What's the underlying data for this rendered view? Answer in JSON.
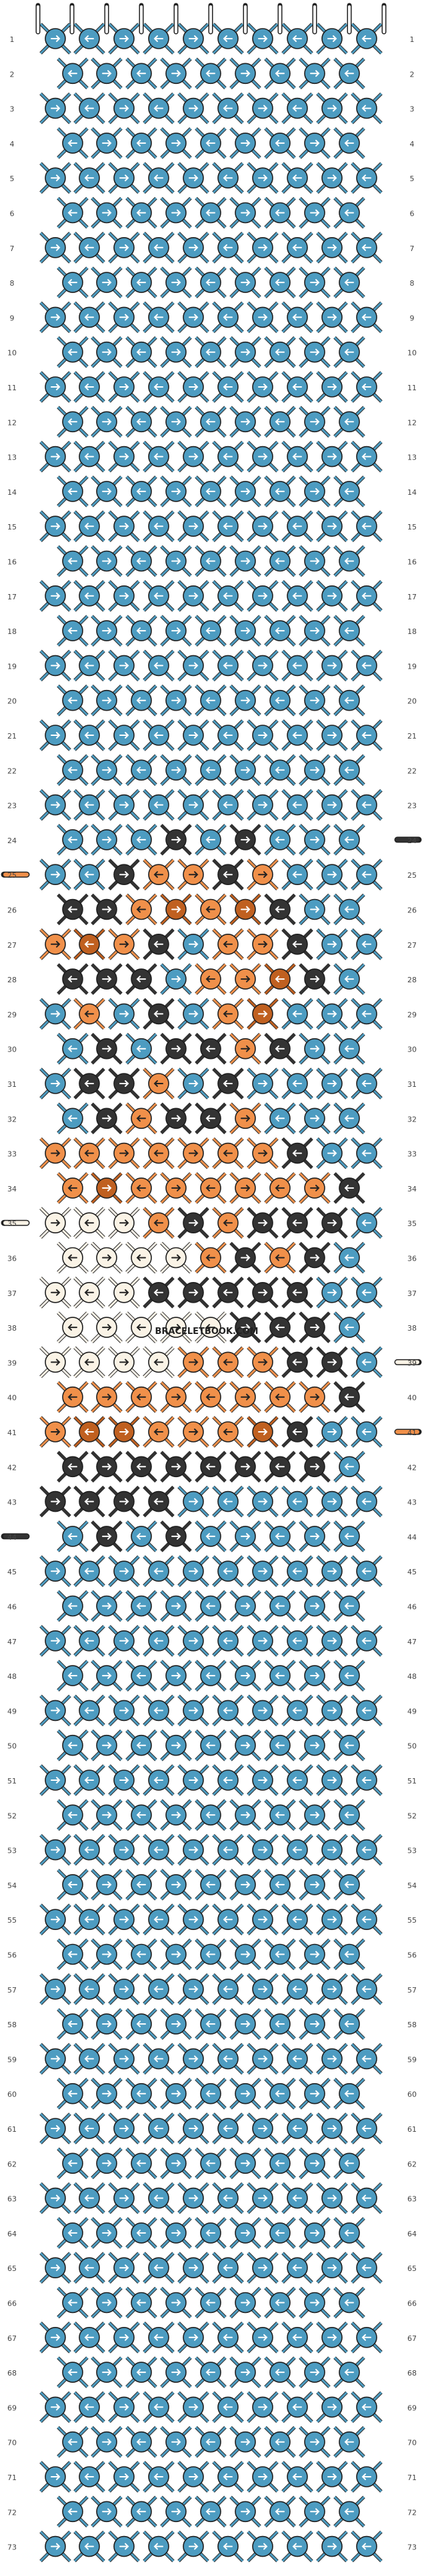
{
  "watermark": "BRACELETBOOK.COM",
  "row_labels": [
    "1",
    "2",
    "3",
    "4",
    "5",
    "6",
    "7",
    "8",
    "9",
    "10",
    "11",
    "12",
    "13",
    "14",
    "15",
    "16",
    "17",
    "18",
    "19",
    "20",
    "21",
    "22",
    "23",
    "24",
    "25",
    "26",
    "27",
    "28",
    "29",
    "30",
    "31",
    "32",
    "33",
    "34",
    "35",
    "36",
    "37",
    "38",
    "39",
    "40",
    "41",
    "42",
    "43",
    "44",
    "45",
    "46",
    "47",
    "48",
    "49",
    "50",
    "51",
    "52",
    "53",
    "54",
    "55",
    "56",
    "57",
    "58",
    "59",
    "60",
    "61",
    "62",
    "63",
    "64",
    "65",
    "66",
    "67",
    "68",
    "69",
    "70",
    "71",
    "72",
    "73"
  ],
  "colors": {
    "A": "#4d9cc1",
    "B": "#333333",
    "C": "#f0904a",
    "D": "#c06020",
    "E": "#faf3e6",
    "string": "#ffffff"
  },
  "strings": [
    "A",
    "A",
    "A",
    "A",
    "A",
    "A",
    "A",
    "A",
    "A",
    "A"
  ],
  "knots": {
    "default": "A",
    "overrides": [
      {
        "row": 24,
        "cols": [
          3,
          5
        ]
      },
      {
        "row": 25,
        "cols": [
          2,
          3,
          4,
          5,
          6
        ]
      },
      {
        "row": 26,
        "cols": [
          0,
          1,
          2,
          3,
          4,
          5,
          6
        ]
      },
      {
        "row": 27,
        "cols": [
          0,
          1,
          2,
          3,
          4,
          5,
          6,
          7
        ]
      },
      {
        "row": 28,
        "cols": [
          0,
          1,
          2,
          3,
          4,
          5,
          6,
          7
        ]
      },
      {
        "row": 29,
        "cols": [
          0,
          1,
          2,
          3,
          4,
          5,
          6,
          7
        ]
      },
      {
        "row": 30,
        "cols": [
          1,
          2,
          3,
          4,
          5,
          6
        ]
      },
      {
        "row": 31,
        "cols": [
          1,
          2,
          3,
          4,
          5
        ]
      },
      {
        "row": 32,
        "cols": [
          1,
          2,
          3,
          4,
          5
        ]
      },
      {
        "row": 33,
        "cols": [
          0,
          1,
          2,
          3,
          4,
          5,
          6,
          7
        ]
      },
      {
        "row": 34,
        "cols": [
          0,
          1,
          2,
          3,
          4,
          5,
          6,
          7,
          8
        ]
      },
      {
        "row": 35,
        "cols": [
          0,
          1,
          2,
          3,
          4,
          5,
          6,
          7,
          8
        ]
      },
      {
        "row": 36,
        "cols": [
          0,
          1,
          2,
          3,
          4,
          5,
          6,
          7
        ]
      },
      {
        "row": 37,
        "cols": [
          0,
          1,
          2,
          3,
          4,
          5,
          6,
          7
        ]
      },
      {
        "row": 38,
        "cols": [
          0,
          1,
          2,
          3,
          4,
          5,
          6,
          7
        ]
      },
      {
        "row": 39,
        "cols": [
          0,
          1,
          2,
          3,
          4,
          5,
          6,
          7,
          8
        ]
      },
      {
        "row": 40,
        "cols": [
          0,
          1,
          2,
          3,
          4,
          5,
          6,
          7,
          8
        ]
      },
      {
        "row": 41,
        "cols": [
          0,
          1,
          2,
          3,
          4,
          5,
          6,
          7,
          8
        ]
      },
      {
        "row": 42,
        "cols": [
          0,
          1,
          2,
          3,
          4,
          5,
          6,
          7
        ]
      },
      {
        "row": 43,
        "cols": [
          0,
          1,
          2,
          3
        ]
      },
      {
        "row": 44,
        "cols": [
          1,
          3
        ]
      }
    ],
    "colors_by_row": {
      "24": [
        "B",
        "B"
      ],
      "25": [
        "B",
        "C",
        "C",
        "B",
        "C"
      ],
      "26": [
        "B",
        "B",
        "C",
        "D",
        "C",
        "D",
        "B"
      ],
      "27": [
        "C",
        "D",
        "C",
        "B",
        "A",
        "C",
        "C",
        "B"
      ],
      "28": [
        "B",
        "B",
        "B",
        "A",
        "C",
        "C",
        "D",
        "B"
      ],
      "29": [
        "A",
        "C",
        "A",
        "B",
        "A",
        "C",
        "D",
        "A"
      ],
      "30": [
        "B",
        "A",
        "B",
        "B",
        "C",
        "B"
      ],
      "31": [
        "B",
        "B",
        "C",
        "A",
        "B"
      ],
      "32": [
        "B",
        "C",
        "B",
        "B",
        "C"
      ],
      "33": [
        "C",
        "C",
        "C",
        "C",
        "C",
        "C",
        "C",
        "B"
      ],
      "34": [
        "C",
        "D",
        "C",
        "C",
        "C",
        "C",
        "C",
        "C",
        "B"
      ],
      "35": [
        "E",
        "E",
        "E",
        "C",
        "B",
        "C",
        "B",
        "B",
        "B"
      ],
      "36": [
        "E",
        "E",
        "E",
        "E",
        "C",
        "B",
        "C",
        "B"
      ],
      "37": [
        "E",
        "E",
        "E",
        "B",
        "B",
        "B",
        "B",
        "B"
      ],
      "38": [
        "E",
        "E",
        "E",
        "E",
        "E",
        "B",
        "B",
        "B"
      ],
      "39": [
        "E",
        "E",
        "E",
        "E",
        "C",
        "C",
        "C",
        "B",
        "B"
      ],
      "40": [
        "C",
        "C",
        "C",
        "C",
        "C",
        "C",
        "C",
        "C",
        "B"
      ],
      "41": [
        "C",
        "D",
        "D",
        "C",
        "C",
        "C",
        "D",
        "B",
        "A"
      ],
      "42": [
        "B",
        "B",
        "B",
        "B",
        "B",
        "B",
        "B",
        "B"
      ],
      "43": [
        "B",
        "B",
        "B",
        "B"
      ],
      "44": [
        "B",
        "B"
      ]
    }
  },
  "side_strings": [
    {
      "row": 25,
      "side": "left",
      "color": "C"
    },
    {
      "row": 35,
      "side": "left",
      "color": "E"
    },
    {
      "row": 24,
      "side": "right",
      "color": "B"
    },
    {
      "row": 39,
      "side": "right",
      "color": "E"
    },
    {
      "row": 41,
      "side": "right",
      "color": "C"
    },
    {
      "row": 44,
      "side": "left",
      "color": "B"
    }
  ]
}
